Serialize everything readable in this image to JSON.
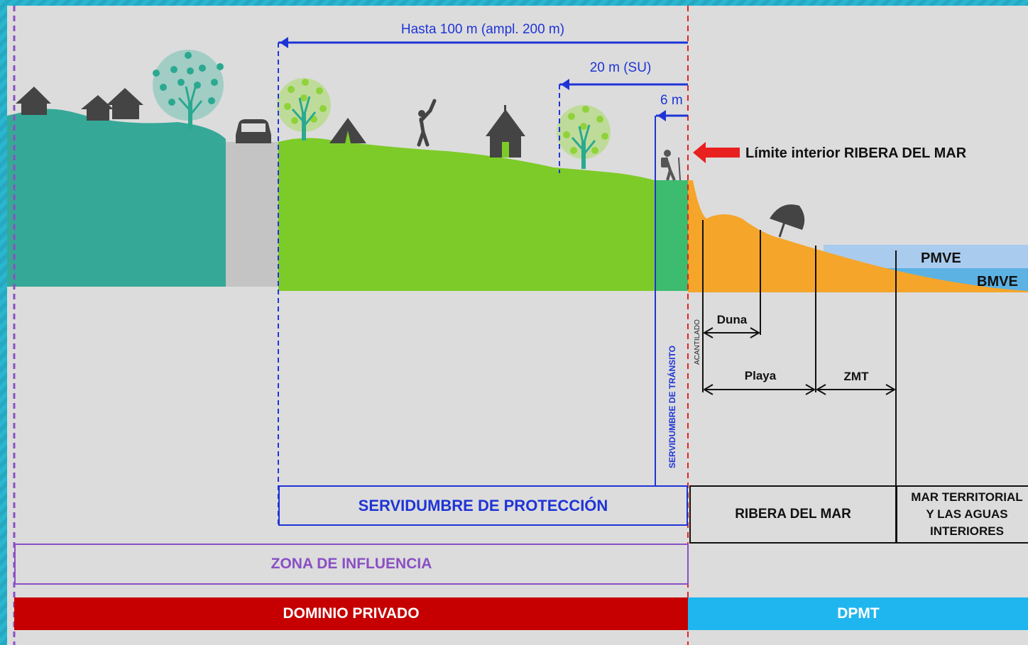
{
  "dimensions": {
    "hasta_100": "Hasta 100 m (ampl. 200 m)",
    "veinte": "20 m (SU)",
    "seis": "6 m"
  },
  "limit_label": "Límite interior  RIBERA DEL MAR",
  "sea_levels": {
    "pmve": "PMVE",
    "bmve": "BMVE"
  },
  "vertical_labels": {
    "servidumbre_transito": "SERVIDUMBRE DE TRÁNSITO",
    "acantilado": "ACANTILADO"
  },
  "measurements": {
    "duna": "Duna",
    "playa": "Playa",
    "zmt": "ZMT"
  },
  "zones": {
    "servidumbre_proteccion": "SERVIDUMBRE DE PROTECCIÓN",
    "ribera_del_mar": "RIBERA DEL MAR",
    "mar_territorial": [
      "MAR TERRITORIAL",
      "Y LAS AGUAS",
      "INTERIORES"
    ],
    "zona_influencia": "ZONA DE INFLUENCIA",
    "dominio_privado": "DOMINIO PRIVADO",
    "dpmt": "DPMT"
  },
  "colors": {
    "background": "#dcdcdc",
    "teal_land": "#36a898",
    "road": "#c4c4c4",
    "green_land": "#7dcb28",
    "transit_strip": "#3dbb6f",
    "beach": "#f5a52a",
    "sea_upper": "#a9cbed",
    "sea_lower": "#5cb2e3",
    "blue_dim": "#1f34d6",
    "limit_arrow": "#e8201f",
    "zona_influencia": "#8a4fc4",
    "dominio_privado": "#c60000",
    "dpmt": "#1fb6ef"
  },
  "icons": [
    "house-icon",
    "tree-icon",
    "car-icon",
    "tent-icon",
    "golfer-icon",
    "hut-icon",
    "hiker-icon",
    "umbrella-icon"
  ]
}
